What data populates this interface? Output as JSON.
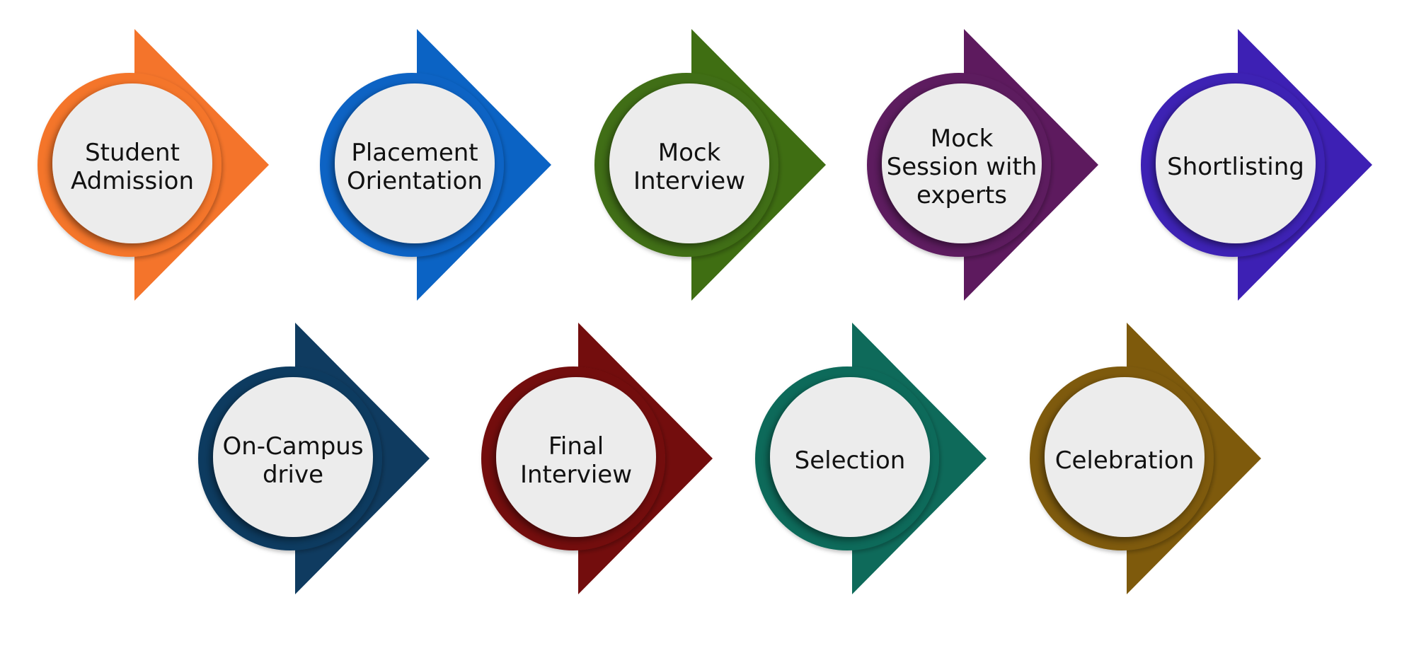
{
  "steps": [
    {
      "lines": [
        "Student",
        "Admission"
      ],
      "color": "#f4742b"
    },
    {
      "lines": [
        "Placement",
        "Orientation"
      ],
      "color": "#0b63c4"
    },
    {
      "lines": [
        "Mock",
        "Interview"
      ],
      "color": "#3f6e12"
    },
    {
      "lines": [
        "Mock",
        "Session with",
        "experts"
      ],
      "color": "#5d1a5e"
    },
    {
      "lines": [
        "Shortlisting"
      ],
      "color": "#3d20b4"
    },
    {
      "lines": [
        "On-Campus",
        "drive"
      ],
      "color": "#0f3b60"
    },
    {
      "lines": [
        "Final",
        "Interview"
      ],
      "color": "#730d0d"
    },
    {
      "lines": [
        "Selection"
      ],
      "color": "#0e6a5a"
    },
    {
      "lines": [
        "Celebration"
      ],
      "color": "#7e5a0c"
    }
  ],
  "circle_fill": "#ececec",
  "text_color": "#111111"
}
